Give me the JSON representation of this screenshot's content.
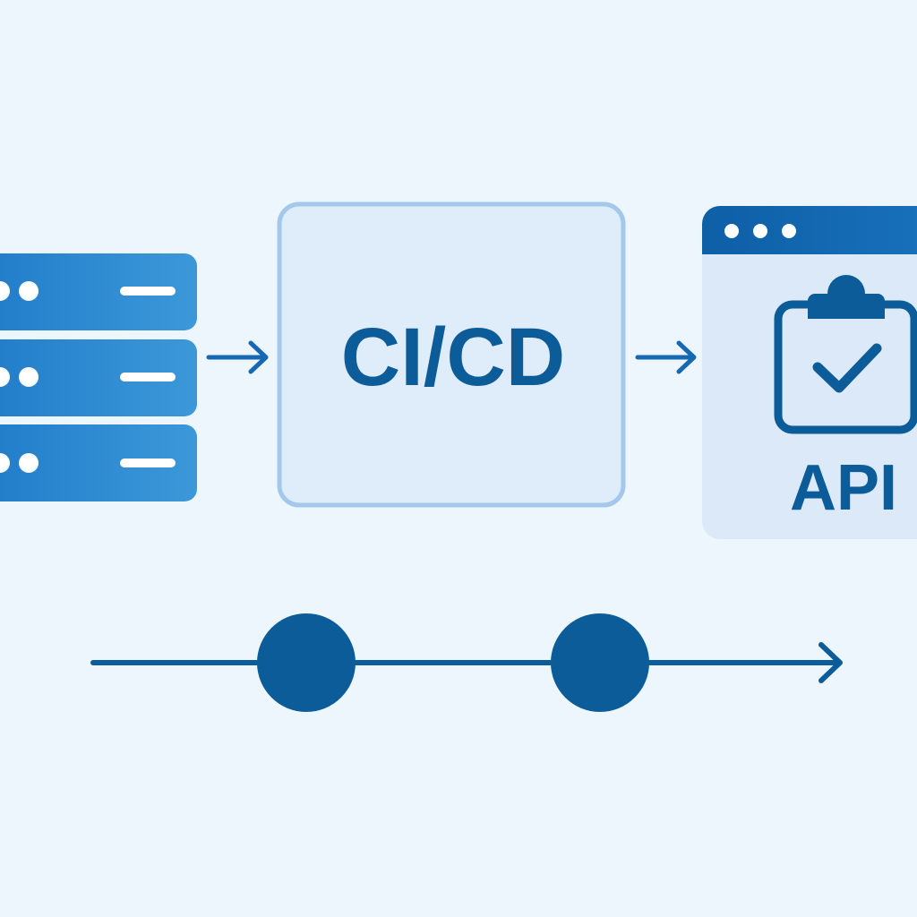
{
  "diagram": {
    "stages": [
      {
        "id": "servers",
        "icon": "server-rack-icon",
        "label": ""
      },
      {
        "id": "pipeline",
        "icon": "",
        "label": "CI/CD"
      },
      {
        "id": "api",
        "icon": "clipboard-check-icon",
        "label": "API"
      }
    ],
    "timeline": {
      "milestones": 2,
      "icon": "timeline-arrow-icon"
    }
  },
  "colors": {
    "background": "#eef6fd",
    "primary": "#0b5c99",
    "server_light": "#3a94d6",
    "server_dark": "#1e7ac6",
    "box_fill": "#dfecf9",
    "box_border": "#9fc5ea",
    "window_bar": "#1668b3",
    "window_body": "#dbe9f8"
  }
}
